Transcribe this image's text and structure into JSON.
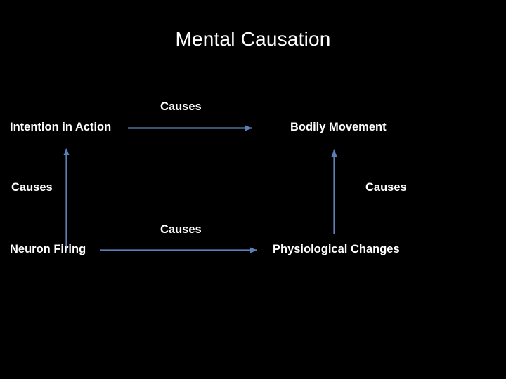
{
  "slide": {
    "title": "Mental Causation",
    "background_color": "#000000",
    "text_color": "#ffffff",
    "arrow_color": "#5b80b8"
  },
  "nodes": [
    {
      "id": "intention",
      "label": "Intention in Action"
    },
    {
      "id": "bodily",
      "label": "Bodily Movement"
    },
    {
      "id": "neuron",
      "label": "Neuron Firing"
    },
    {
      "id": "physiological",
      "label": "Physiological Changes"
    }
  ],
  "edges": [
    {
      "id": "top",
      "label": "Causes",
      "from": "intention",
      "to": "bodily",
      "direction": "right"
    },
    {
      "id": "left",
      "label": "Causes",
      "from": "neuron",
      "to": "intention",
      "direction": "up"
    },
    {
      "id": "right",
      "label": "Causes",
      "from": "physiological",
      "to": "bodily",
      "direction": "up"
    },
    {
      "id": "bottom",
      "label": "Causes",
      "from": "neuron",
      "to": "physiological",
      "direction": "right"
    }
  ]
}
